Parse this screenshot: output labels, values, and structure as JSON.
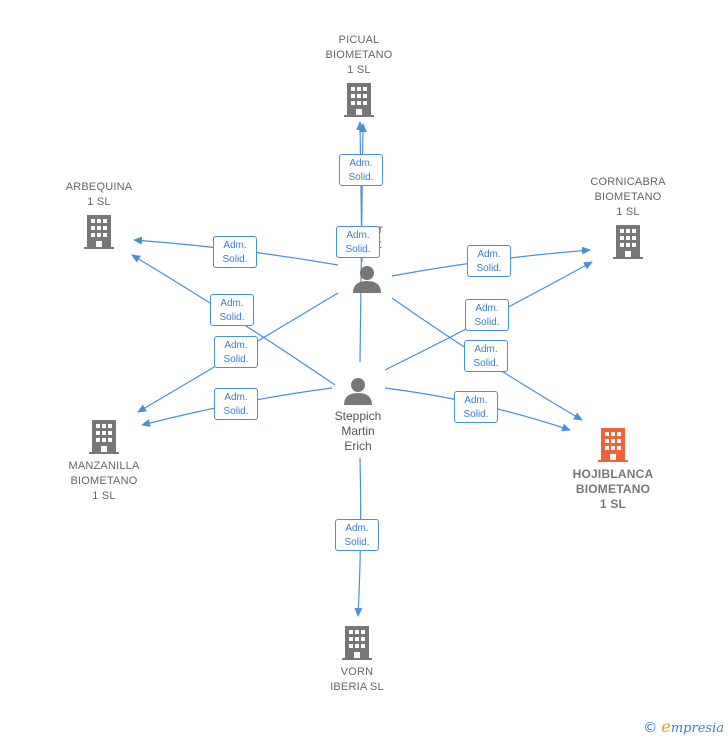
{
  "colors": {
    "edge": "#4a90d9",
    "building": "#777777",
    "focus_building": "#f0623a",
    "person": "#777777"
  },
  "companies": {
    "picual": "PICUAL\nBIOMETANO\n1  SL",
    "arbequina": "ARBEQUINA\n1  SL",
    "cornicabra": "CORNICABRA\nBIOMETANO\n1  SL",
    "manzanilla": "MANZANILLA\nBIOMETANO\n1  SL",
    "hojiblanca": "HOJIBLANCA\nBIOMETANO\n1  SL",
    "vorn": "VORN\nIBERIA  SL"
  },
  "people": {
    "steppich": "Steppich\nMartin\nErich",
    "partial": "er\nxt"
  },
  "edge_label": {
    "line1": "Adm.",
    "line2": "Solid."
  },
  "brand": {
    "copyright": "©",
    "e": "e",
    "name": "mpresia"
  }
}
